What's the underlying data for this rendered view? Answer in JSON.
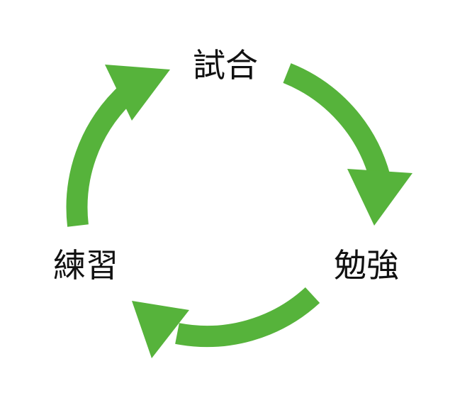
{
  "diagram": {
    "stages": [
      {
        "label": "試合"
      },
      {
        "label": "勉強"
      },
      {
        "label": "練習"
      }
    ],
    "arrow_color": "#56b33b",
    "text_color": "#111111"
  }
}
